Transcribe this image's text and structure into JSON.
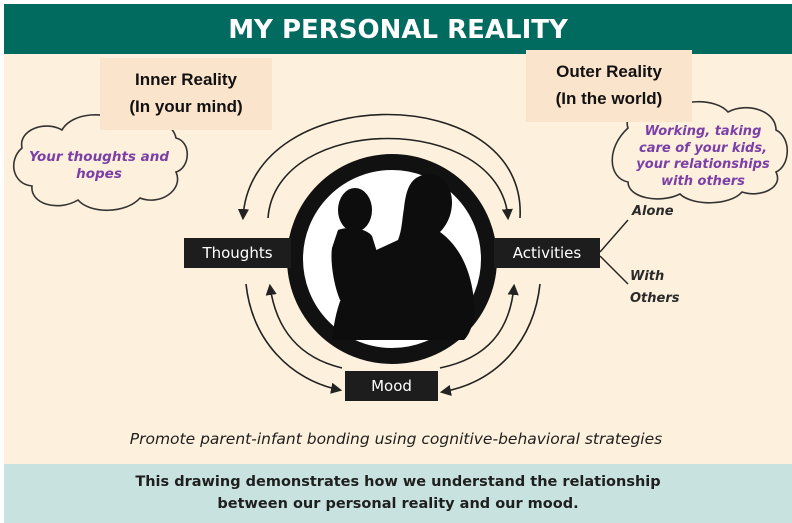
{
  "header": {
    "title": "MY PERSONAL REALITY"
  },
  "inner_reality": {
    "line1": "Inner Reality",
    "line2": "(In your mind)"
  },
  "outer_reality": {
    "line1": "Outer Reality",
    "line2": "(In the world)"
  },
  "left_cloud": {
    "line1": "Your thoughts and",
    "line2": "hopes"
  },
  "right_cloud": {
    "line1": "Working, taking",
    "line2": "care of your kids,",
    "line3": "your relationships",
    "line4": "with others"
  },
  "nodes": {
    "thoughts": "Thoughts",
    "activities": "Activities",
    "mood": "Mood"
  },
  "activity_options": {
    "alone": "Alone",
    "with_line1": "With",
    "with_line2": "Others"
  },
  "caption": "Promote parent-infant bonding using cognitive-behavioral strategies",
  "footer": {
    "line1": "This drawing demonstrates how we understand the relationship",
    "line2": "between our personal reality and our mood."
  },
  "colors": {
    "header_bg": "#006b5e",
    "panel_bg": "#fdf1dd",
    "footer_bg": "#c8e3df",
    "cloud_text": "#7b3fa6",
    "label_bg": "#1d1d1d"
  }
}
